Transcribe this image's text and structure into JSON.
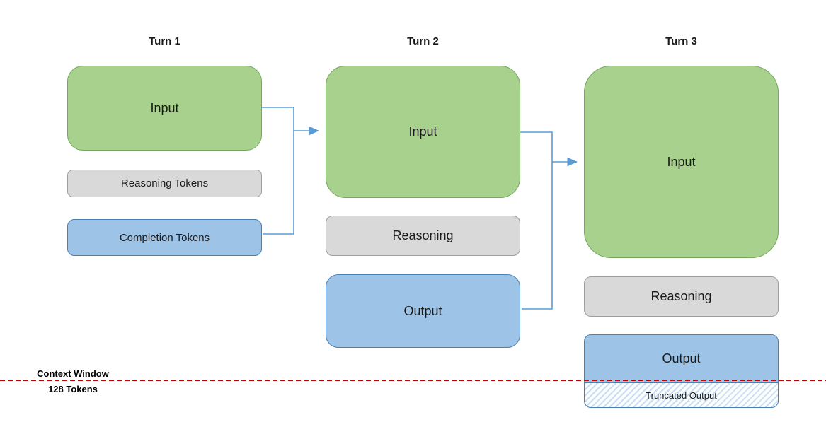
{
  "colors": {
    "input_fill": "#a9d18e",
    "input_border": "#74a85e",
    "reasoning_fill": "#d9d9d9",
    "reasoning_border": "#9e9e9e",
    "output_fill": "#9dc3e6",
    "output_border": "#4a7fb5",
    "connector": "#5b9bd5",
    "context_line": "#c00000"
  },
  "turns": [
    {
      "title": "Turn 1",
      "input": "Input",
      "reasoning": "Reasoning Tokens",
      "output": "Completion Tokens"
    },
    {
      "title": "Turn 2",
      "input": "Input",
      "reasoning": "Reasoning",
      "output": "Output"
    },
    {
      "title": "Turn 3",
      "input": "Input",
      "reasoning": "Reasoning",
      "output": "Output",
      "truncated": "Truncated Output"
    }
  ],
  "context_window": {
    "label": "Context Window",
    "value": "128 Tokens"
  }
}
